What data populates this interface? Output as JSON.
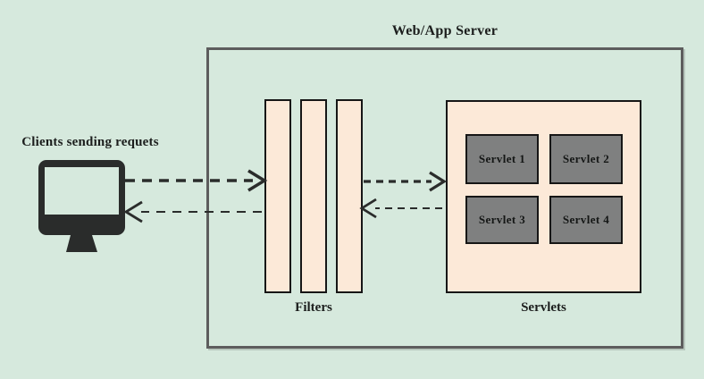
{
  "title": "Web/App Server",
  "client": {
    "label": "Clients sending requets"
  },
  "filters": {
    "label": "Filters",
    "bar_count": 3
  },
  "servlets": {
    "label": "Servlets",
    "items": [
      "Servlet 1",
      "Servlet 2",
      "Servlet 3",
      "Servlet 4"
    ]
  },
  "flows": [
    {
      "from": "client",
      "to": "filters",
      "type": "request"
    },
    {
      "from": "filters",
      "to": "client",
      "type": "response"
    },
    {
      "from": "filters",
      "to": "servlets",
      "type": "request"
    },
    {
      "from": "servlets",
      "to": "filters",
      "type": "response"
    }
  ],
  "colors": {
    "background": "#d6e9dd",
    "panel_fill": "#fce9d8",
    "servlet_fill": "#7f8080",
    "outline": "#161616",
    "server_border": "#5d5d5d",
    "ink": "#2a2c2b"
  }
}
